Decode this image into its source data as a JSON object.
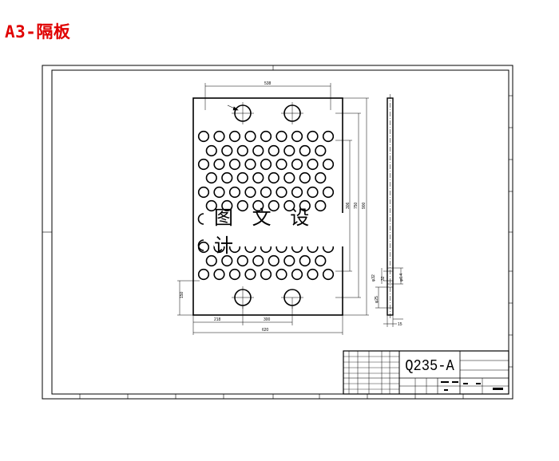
{
  "page_heading": "A3-隔板",
  "watermark_text": "图 文 设 计",
  "drawing": {
    "material": "Q235-A",
    "dimensions": {
      "top_overall": "538",
      "right_overall": "900",
      "right_inner_1": "306",
      "right_inner_2": "750",
      "left_vertical": "150",
      "bottom_left": "218",
      "bottom_mid": "300",
      "bottom_overall": "620",
      "side_a": "φ32",
      "side_b": "φ25",
      "side_c": "32",
      "side_d": "φ6.4",
      "side_thickness": "15"
    }
  },
  "colors": {
    "heading": "#e00000",
    "line": "#000000",
    "background": "#ffffff"
  }
}
